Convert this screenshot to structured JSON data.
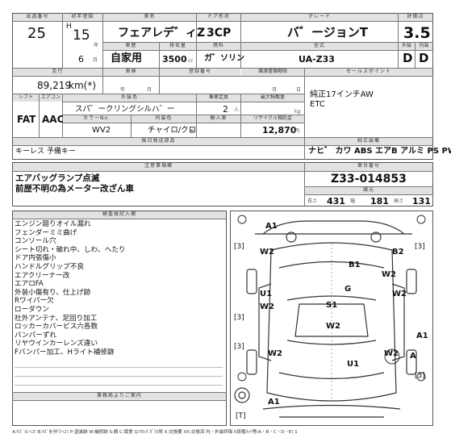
{
  "sheet": {
    "lot_label": "出品番号",
    "year_label": "初年登録",
    "name_label": "車名",
    "door_label": "ドア形状",
    "grade_label": "グレード",
    "score_label": "評価点",
    "lot_no": "25",
    "era": "H",
    "year": "15",
    "year_suffix": "年",
    "month": "6",
    "month_suffix": "月",
    "car_name": "フェアレデ゛ィZ",
    "door": "3CP",
    "grade": "バ゛ージョンT",
    "score": "3.5",
    "category_label": "車歴",
    "category": "自家用",
    "displacement_label": "排気量",
    "displacement": "3500",
    "displacement_unit": "cc",
    "fuel_label": "燃料",
    "fuel": "ガ゛ソリン",
    "model_label": "型式",
    "model": "UA-Z33",
    "exterior_label": "外装",
    "interior_label": "内装",
    "exterior_grade": "D",
    "interior_grade": "D",
    "mileage_label": "走行",
    "mileage": "89,219",
    "mileage_unit": "km(*)",
    "inspection_label": "車検",
    "inspection_year": "年",
    "inspection_month": "月",
    "reg_no_label": "登録番号",
    "cert_expiry_label": "譲渡書類期限",
    "cert_month": "月",
    "cert_day": "日",
    "sales_point_label": "セールスポイント",
    "sales_points": [
      "純正17インチAW",
      "ETC"
    ],
    "shift_label": "シフト",
    "ac_label": "エアコン",
    "color_label": "外装色",
    "capacity_label": "乗車定員",
    "max_load_label": "最大積載量",
    "shift": "FAT",
    "ac": "AAC",
    "color": "スパ゛ークリングシルハ゛ー",
    "capacity": "2",
    "capacity_unit": "人",
    "load_unit": "kg",
    "color_no_label": "カラーNo.",
    "interior_color_label": "内装色",
    "import_label": "輸入車",
    "recycle_label": "リサイクル預託金",
    "color_no": "WV2",
    "interior_color": "チャイロ/クロ",
    "interior_color_suffix": "系",
    "recycle": "12,870",
    "recycle_unit": "円",
    "rear_seat_label": "後日発送部品",
    "rear_seat": "キーレス 予備キー",
    "equipment_label": "純正装備",
    "equipment": "ナヒ゛ カワ ABS エアB アルミ PS PW",
    "notes_label": "注意事項欄",
    "notes": [
      "エアバッグランプ点滅",
      "前歴不明の為メーター改ざん車"
    ],
    "chassis_label": "車台番号",
    "chassis": "Z33-014853",
    "dim_label": "諸元",
    "length_label": "長さ",
    "length": "431",
    "width_label": "幅",
    "width": "181",
    "height_label": "高さ",
    "height": "131",
    "inspector_label": "検査員記入欄",
    "inspector_notes": [
      "エンジン廻りオイル漏れ",
      "フェンダーミミ曲げ",
      "コンソール穴",
      "シート切れ・破れ中、しわ、へたり",
      "ドア内張傷小",
      "ハンドルグリップ不良",
      "エアクリーナー改",
      "エアロFA",
      "外装小傷有り、仕上げ跡",
      "Rワイパー欠",
      "ローダウン",
      "社外アンテナ、足回り加工",
      "ロッカーカバービス六各数",
      "バンパーずれ",
      "リヤウインカーレンズ違い",
      "Fバンパー加工、Hライト補修跡"
    ],
    "office_label": "事務局よりご案内",
    "legend": "A:ｷｽﾞ U:ﾍｺﾐ B:ｷｽﾞを伴うﾍｺﾐ P:塗装跡 W:補修跡 S:錆 C:腐食 Q:ｸﾛｯｸ ｶﾞﾗｽ修 X:交換要 XX:交換済 内・外装評価 5段階ｶｯﾄ等(A・B・C・D・E) 1"
  },
  "diagram": {
    "marks": [
      "A1",
      "[3]",
      "W2",
      "B2",
      "[3]",
      "B1",
      "W2",
      "G",
      "U1",
      "W2",
      "S1",
      "W2",
      "[3]",
      "W2",
      "A1",
      "[3]",
      "W2",
      "W2",
      "A",
      "U1",
      "[3]",
      "A1",
      "[T]"
    ]
  }
}
